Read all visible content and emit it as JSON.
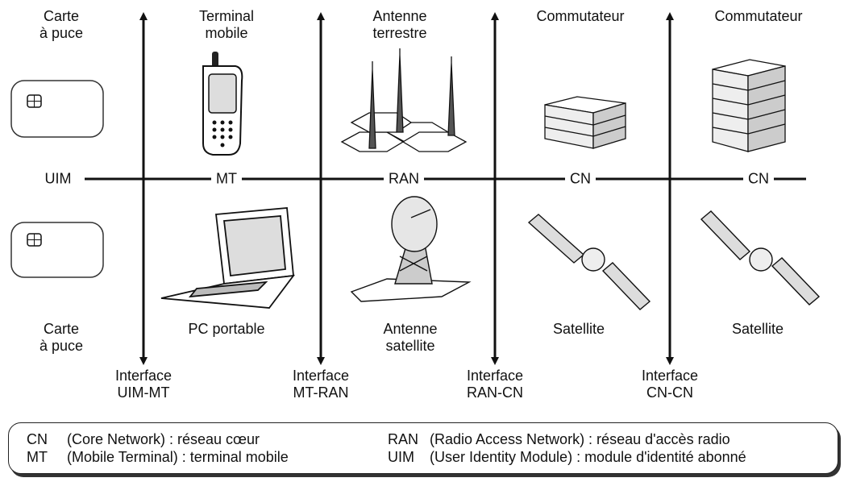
{
  "columns": [
    {
      "top": "Carte\nà puce",
      "bottom": "Carte\nà puce"
    },
    {
      "top": "Terminal\nmobile",
      "bottom": "PC portable"
    },
    {
      "top": "Antenne\nterrestre",
      "bottom": "Antenne\nsatellite"
    },
    {
      "top": "Commutateur",
      "bottom": "Satellite"
    },
    {
      "top": "Commutateur",
      "bottom": "Satellite"
    }
  ],
  "row_labels": [
    "UIM",
    "MT",
    "RAN",
    "CN",
    "CN"
  ],
  "interfaces": [
    "Interface\nUIM-MT",
    "Interface\nMT-RAN",
    "Interface\nRAN-CN",
    "Interface\nCN-CN"
  ],
  "legend": {
    "cn": {
      "abbr": "CN",
      "text": "(Core Network) : réseau cœur"
    },
    "mt": {
      "abbr": "MT",
      "text": "(Mobile Terminal) : terminal mobile"
    },
    "ran": {
      "abbr": "RAN",
      "text": "(Radio Access Network) : réseau d'accès radio"
    },
    "uim": {
      "abbr": "UIM",
      "text": "(User Identity Module) : module d'identité abonné"
    }
  },
  "icons": [
    "smart-card-icon",
    "mobile-phone-icon",
    "antenna-towers-icon",
    "switch-icon",
    "satellite-icon",
    "satellite-dish-icon",
    "laptop-icon"
  ]
}
